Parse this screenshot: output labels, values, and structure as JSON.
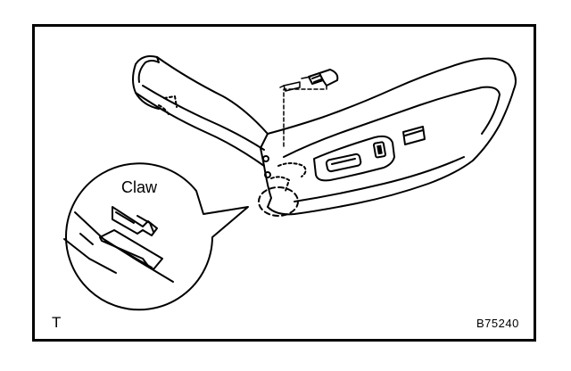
{
  "callout_label": "Claw",
  "corner_mark": "T",
  "figure_code": "B75240",
  "colors": {
    "ink": "#000000",
    "paper": "#ffffff"
  }
}
